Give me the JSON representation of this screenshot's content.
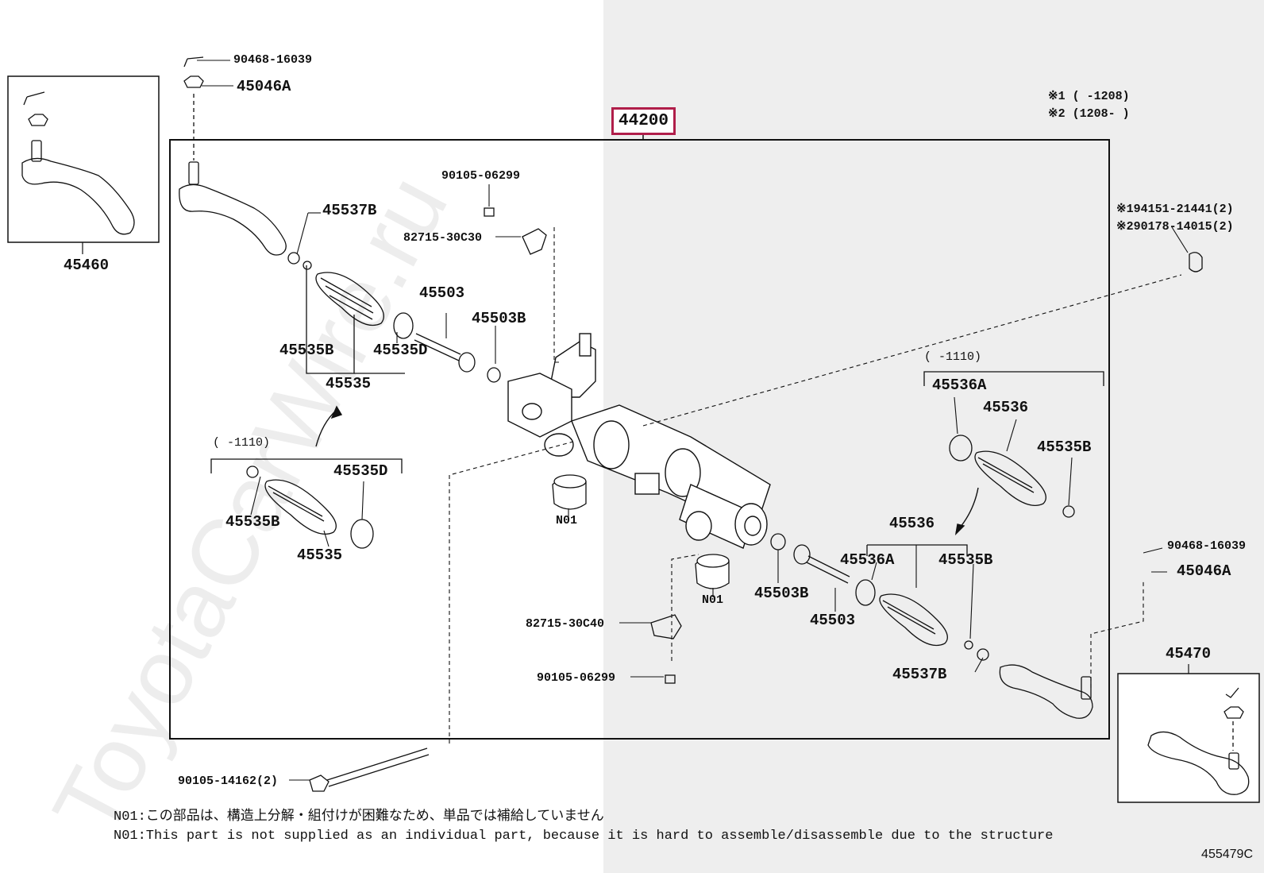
{
  "diagram": {
    "main_part": "44200",
    "figure_id": "455479C",
    "watermark": "ToyotaCarWire.ru",
    "legend": {
      "line1": "※1 (      -1208)",
      "line2": "※2 (1208-       )"
    },
    "parts": {
      "p_90468_top": "90468-16039",
      "p_45046a_top": "45046A",
      "p_45460": "45460",
      "p_90105_top": "90105-06299",
      "p_82715_30c30": "82715-30C30",
      "p_45537b_left": "45537B",
      "p_45503_left": "45503",
      "p_45503b_left": "45503B",
      "p_45535b_left": "45535B",
      "p_45535d_left": "45535D",
      "p_45535_left": "45535",
      "p_range_left": "(      -1110)",
      "p_45535d_inset": "45535D",
      "p_45535b_inset": "45535B",
      "p_45535_inset": "45535",
      "p_n01_a": "N01",
      "p_n01_b": "N01",
      "p_note_1": "※194151-21441(2)",
      "p_note_2": "※290178-14015(2)",
      "p_range_right": "(      -1110)",
      "p_45536a_right": "45536A",
      "p_45536_right": "45536",
      "p_45535b_right": "45535B",
      "p_45536_lower": "45536",
      "p_45536a_lower": "45536A",
      "p_45535b_lower": "45535B",
      "p_45503b_lower": "45503B",
      "p_45503_lower": "45503",
      "p_90468_right": "90468-16039",
      "p_45046a_right": "45046A",
      "p_45470": "45470",
      "p_82715_30c40": "82715-30C40",
      "p_90105_bottom": "90105-06299",
      "p_45537b_right": "45537B",
      "p_90105_14162": "90105-14162(2)"
    },
    "notes": {
      "jp": "N01:この部品は、構造上分解・組付けが困難なため、単品では補給していません",
      "en": "N01:This part is not supplied as an individual part, because it is hard to assemble/disassemble due to the structure"
    }
  }
}
